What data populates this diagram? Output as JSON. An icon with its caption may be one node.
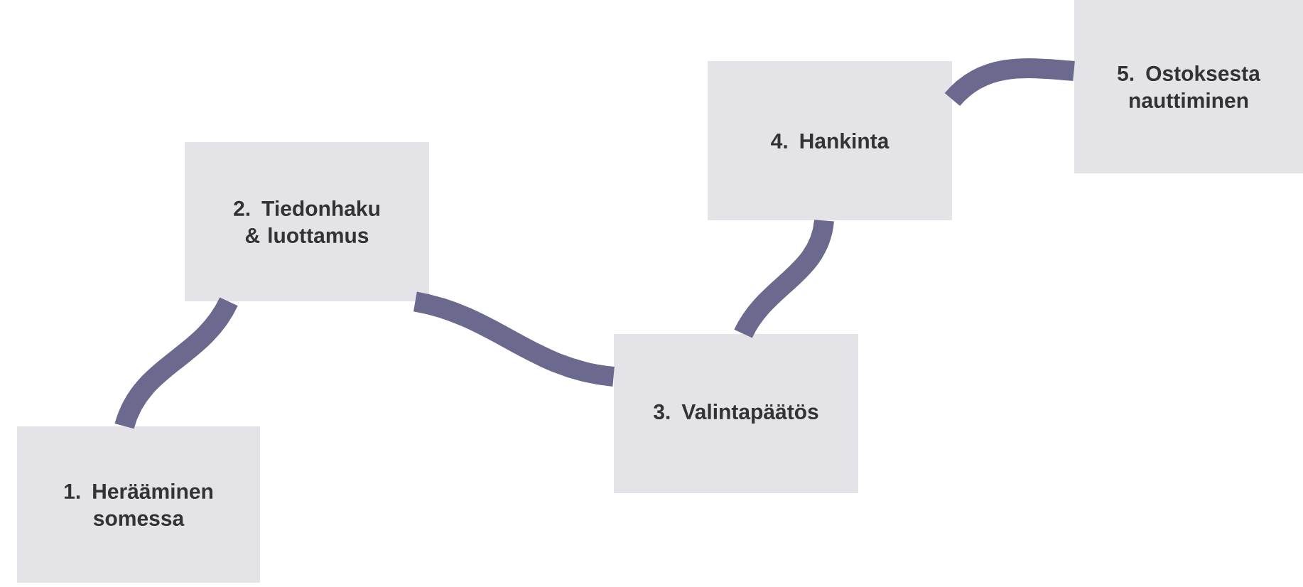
{
  "diagram": {
    "nodes": [
      {
        "text": [
          "1. Herääminen somessa"
        ]
      },
      {
        "text": [
          "2. Tiedonhaku & luottamus"
        ]
      },
      {
        "text": [
          "3. Valintapäätös"
        ]
      },
      {
        "text": [
          "4. Hankinta"
        ]
      },
      {
        "text": [
          "5. Ostoksesta nauttiminen"
        ]
      }
    ],
    "edges": [
      {
        "from": 0,
        "to": 1,
        "arrow": "none"
      },
      {
        "from": 1,
        "to": 2,
        "arrow": "none"
      },
      {
        "from": 2,
        "to": 3,
        "arrow": "none"
      },
      {
        "from": 3,
        "to": 4,
        "arrow": "none"
      }
    ]
  }
}
